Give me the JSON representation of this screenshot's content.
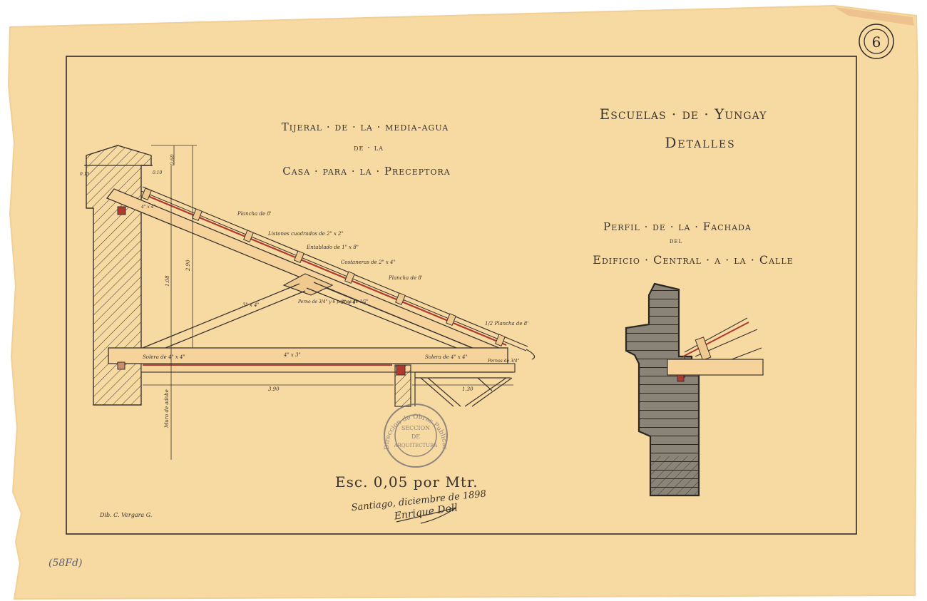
{
  "sheet": {
    "number": "6",
    "left_title": {
      "line1": "Tijeral · de · la · media-agua",
      "line2": "de · la",
      "line3": "Casa · para · la · Preceptora"
    },
    "right_title": {
      "line1": "Escuelas · de · Yungay",
      "line2": "Detalles"
    },
    "profile_title": {
      "line1": "Perfil · de · la · Fachada",
      "line2": "del",
      "line3": "Edificio · Central · a · la · Calle"
    },
    "scale_text": "Esc. 0,05 por Mtr.",
    "place_date": "Santiago, diciembre de 1898",
    "signature": "Enrique Doll",
    "stamp": {
      "outer_text": "Direccion de Obras Publicas",
      "inner_line1": "SECCION",
      "inner_line2": "DE",
      "inner_line3": "ARQUITECTURA"
    },
    "drafter_note": "Dib. C. Vergara G.",
    "archive_mark": "(58Fd)"
  },
  "labels": {
    "plancha_top": "Plancha de 8'",
    "listones": "Listones cuadrados de 2\" x 2\"",
    "entablado": "Entablado de 1\" x 8\"",
    "costaneras": "Costaneras de 2\" x 4\"",
    "plancha_mid": "Plancha de 8'",
    "plancha_eave": "1/2 Plancha de 8'",
    "soleras_left": "Solera de 4\" x 4\"",
    "tie_beam": "4\" x 3\"",
    "soleras_right": "Solera de 4\" x 4\"",
    "pernos": "Pernos de 3/4\"",
    "strut_left": "3\" x 4\"",
    "strut_right": "3\" x 4\"",
    "king_post": "Perno de 3/4\" y 6 pernos de 1/2\"",
    "span_dim": "3.90",
    "small_dim": "1.30",
    "height_dim": "2.90",
    "rafter_dim": "4\" x 4\"",
    "wall_label": "Muro de adobe",
    "wall_top_a": "0.15",
    "wall_top_b": "0.10",
    "vertical_a": "1.08",
    "vertical_b": "0.60"
  },
  "colors": {
    "paper": "#f7d9a2",
    "paper_edge": "#f1cf95",
    "ink": "#3a3430",
    "red_ink": "#b03a2e",
    "frame": "#2f2a27"
  }
}
